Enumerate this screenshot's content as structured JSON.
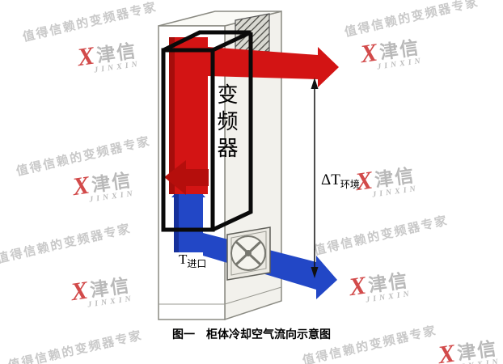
{
  "watermark": {
    "slogan": "值得信赖的变频器专家",
    "logo_x": "X",
    "brand": "津信",
    "brand_latin": "JINXIN"
  },
  "diagram": {
    "inverter_label": "变频器",
    "delta_t_main": "ΔT",
    "delta_t_sub": "环境",
    "t_inlet_main": "T",
    "t_inlet_sub": "进口",
    "hot_air_color": "#d31414",
    "cold_air_color": "#2247c6"
  },
  "caption": "图一　柜体冷却空气流向示意图"
}
